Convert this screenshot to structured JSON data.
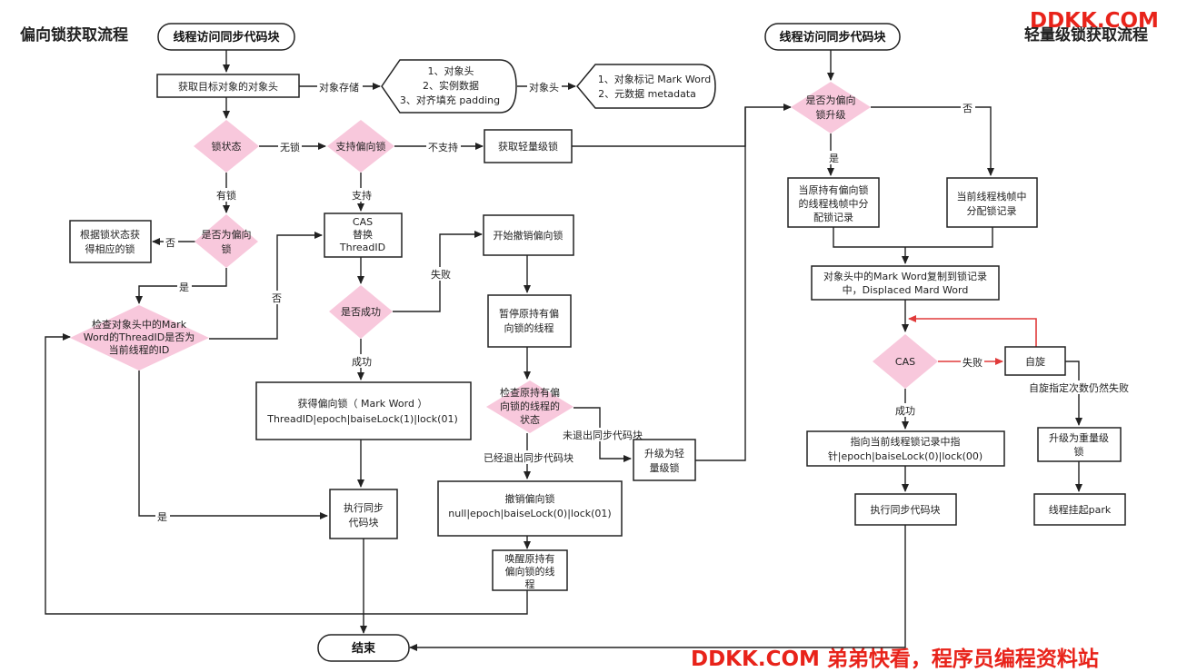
{
  "titles": {
    "left": "偏向锁获取流程",
    "right": "轻量级锁获取流程"
  },
  "watermark": {
    "top": "DDKK.COM",
    "bottom": "DDKK.COM 弟弟快看，程序员编程资料站"
  },
  "nodes": {
    "start_left": "线程访问同步代码块",
    "get_header": "获取目标对象的对象头",
    "storage_1": "1、对象头",
    "storage_2": "2、实例数据",
    "storage_3": "3、对齐填充 padding",
    "header_1": "1、对象标记 Mark Word",
    "header_2": "2、元数据 metadata",
    "lock_state": "锁状态",
    "support_biased": "支持偏向锁",
    "get_lightweight": "获取轻量级锁",
    "by_state_line1": "根据锁状态获",
    "by_state_line2": "得相应的锁",
    "is_biased_line1": "是否为偏向",
    "is_biased_line2": "锁",
    "cas_line1": "CAS",
    "cas_line2": "替换",
    "cas_line3": "ThreadID",
    "start_revoke": "开始撤销偏向锁",
    "check_thread_line1": "检查对象头中的Mark",
    "check_thread_line2": "Word的ThreadID是否为",
    "check_thread_line3": "当前线程的ID",
    "is_success": "是否成功",
    "pause_line1": "暂停原持有偏",
    "pause_line2": "向锁的线程",
    "check_holder_line1": "检查原持有偏",
    "check_holder_line2": "向锁的线程的",
    "check_holder_line3": "状态",
    "get_biased_line1": "获得偏向锁（ Mark Word ）",
    "get_biased_line2": "ThreadID|epoch|baiseLock(1)|lock(01)",
    "upgrade_lw_line1": "升级为轻",
    "upgrade_lw_line2": "量级锁",
    "revoke_line1": "撤销偏向锁",
    "revoke_line2": "null|epoch|baiseLock(0)|lock(01)",
    "exec_left_line1": "执行同步",
    "exec_left_line2": "代码块",
    "wake_line1": "唤醒原持有",
    "wake_line2": "偏向锁的线",
    "wake_line3": "程",
    "end": "结束",
    "start_right": "线程访问同步代码块",
    "is_upgrade_line1": "是否为偏向",
    "is_upgrade_line2": "锁升级",
    "orig_frame_line1": "当原持有偏向锁",
    "orig_frame_line2": "的线程栈帧中分",
    "orig_frame_line3": "配锁记录",
    "cur_frame_line1": "当前线程栈帧中",
    "cur_frame_line2": "分配锁记录",
    "copy_mw_line1": "对象头中的Mark Word复制到锁记录",
    "copy_mw_line2": "中，Displaced Mard Word",
    "cas_right": "CAS",
    "spin": "自旋",
    "point_line1": "指向当前线程锁记录中指",
    "point_line2": "针|epoch|baiseLock(0)|lock(00)",
    "upgrade_hw_line1": "升级为重量级",
    "upgrade_hw_line2": "锁",
    "exec_right": "执行同步代码块",
    "park": "线程挂起park"
  },
  "edges": {
    "obj_storage": "对象存储",
    "obj_header": "对象头",
    "no_lock": "无锁",
    "not_supported": "不支持",
    "has_lock": "有锁",
    "supported": "支持",
    "no_a": "否",
    "yes_a": "是",
    "no_b": "否",
    "fail_a": "失败",
    "success_a": "成功",
    "not_exited": "未退出同步代码块",
    "exited": "已经退出同步代码块",
    "yes_b": "是",
    "yes_r": "是",
    "no_r": "否",
    "fail_r": "失败",
    "success_r": "成功",
    "spin_fail": "自旋指定次数仍然失败"
  }
}
